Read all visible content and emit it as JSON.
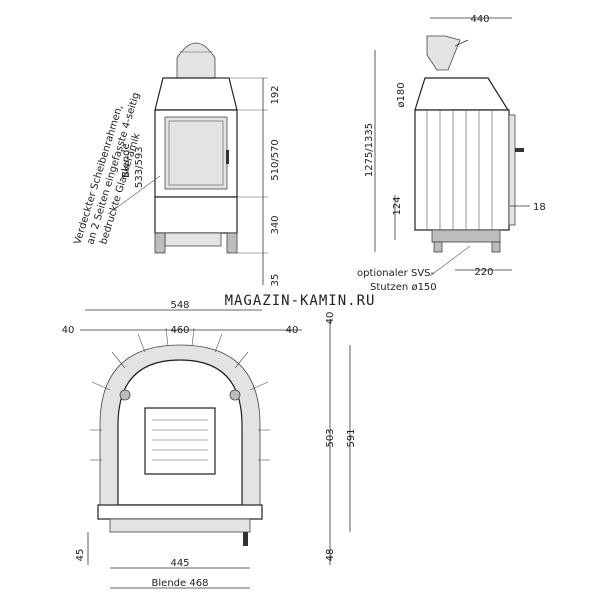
{
  "watermark": "MAGAZIN-KAMIN.RU",
  "front_view": {
    "note_line1": "Verdeckter Scheibenrahmen,",
    "note_line2": "an 2 Seiten eingefasste 4-seitig",
    "note_line3": "bedruckte Glaskeramik",
    "blende_line1": "Blende",
    "blende_line2": "533/593",
    "dim_top": "192",
    "dim_glass": "510/570",
    "dim_lower": "340",
    "dim_legs": "35"
  },
  "side_view": {
    "dim_depth": "440",
    "dim_flue": "ø180",
    "dim_height": "1275/1335",
    "dim_18": "18",
    "dim_124": "124",
    "dim_220": "220",
    "note_line1": "optionaler SVS-",
    "note_line2": "Stutzen ø150"
  },
  "top_view": {
    "dim_width_total": "548",
    "dim_left": "40",
    "dim_inner": "460",
    "dim_right": "40",
    "dim_top": "40",
    "dim_503": "503",
    "dim_591": "591",
    "dim_45": "45",
    "dim_48": "48",
    "dim_445": "445",
    "dim_blende": "Blende 468"
  }
}
